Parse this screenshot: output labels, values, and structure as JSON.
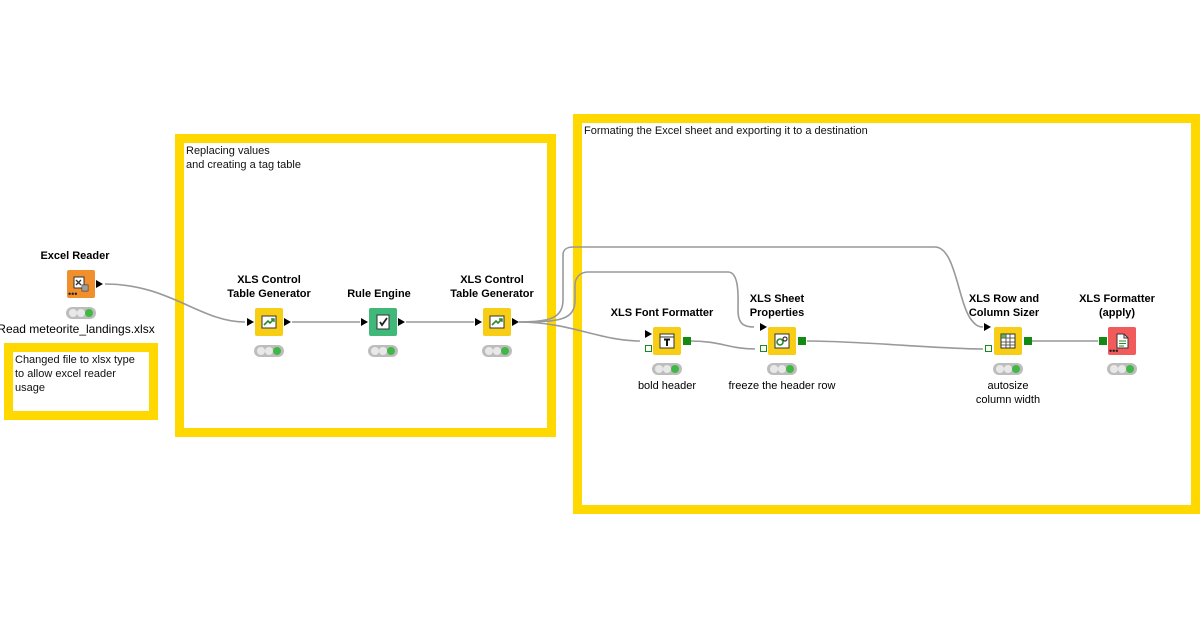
{
  "annotations": {
    "a1": "Changed file to xlsx type\nto allow excel reader\nusage",
    "a2": "Replacing values\nand creating a tag table",
    "a3": "Formating the Excel sheet  and exporting it to a destination"
  },
  "nodes": {
    "excel_reader": {
      "title": "Excel Reader",
      "label": "Read meteorite_landings.xlsx",
      "icon": "excel-reader-icon",
      "color": "#f28f2d"
    },
    "xls_ctg1": {
      "title": "XLS Control\nTable Generator",
      "label": "",
      "icon": "table-generator-icon",
      "color": "#f8cd16"
    },
    "rule_engine": {
      "title": "Rule Engine",
      "label": "",
      "icon": "rule-engine-icon",
      "color": "#3fb879"
    },
    "xls_ctg2": {
      "title": "XLS Control\nTable Generator",
      "label": "",
      "icon": "table-generator-icon",
      "color": "#f8cd16"
    },
    "font_formatter": {
      "title": "XLS Font Formatter",
      "label": "bold header",
      "icon": "font-formatter-icon",
      "color": "#f8cd16"
    },
    "sheet_properties": {
      "title": "XLS Sheet\nProperties",
      "label": "freeze the header row",
      "icon": "sheet-properties-icon",
      "color": "#f8cd16"
    },
    "row_col_sizer": {
      "title": "XLS Row and\nColumn Sizer",
      "label": "autosize\ncolumn width",
      "icon": "row-column-sizer-icon",
      "color": "#f8cd16"
    },
    "formatter_apply": {
      "title": "XLS Formatter\n(apply)",
      "label": "",
      "icon": "formatter-apply-icon",
      "color": "#f25b5b"
    }
  },
  "colors": {
    "annotation_border": "#ffd800",
    "connection": "#999999",
    "status_background": "#bdbdbd",
    "status_light": "#e8e8e8",
    "status_green": "#41b845"
  }
}
